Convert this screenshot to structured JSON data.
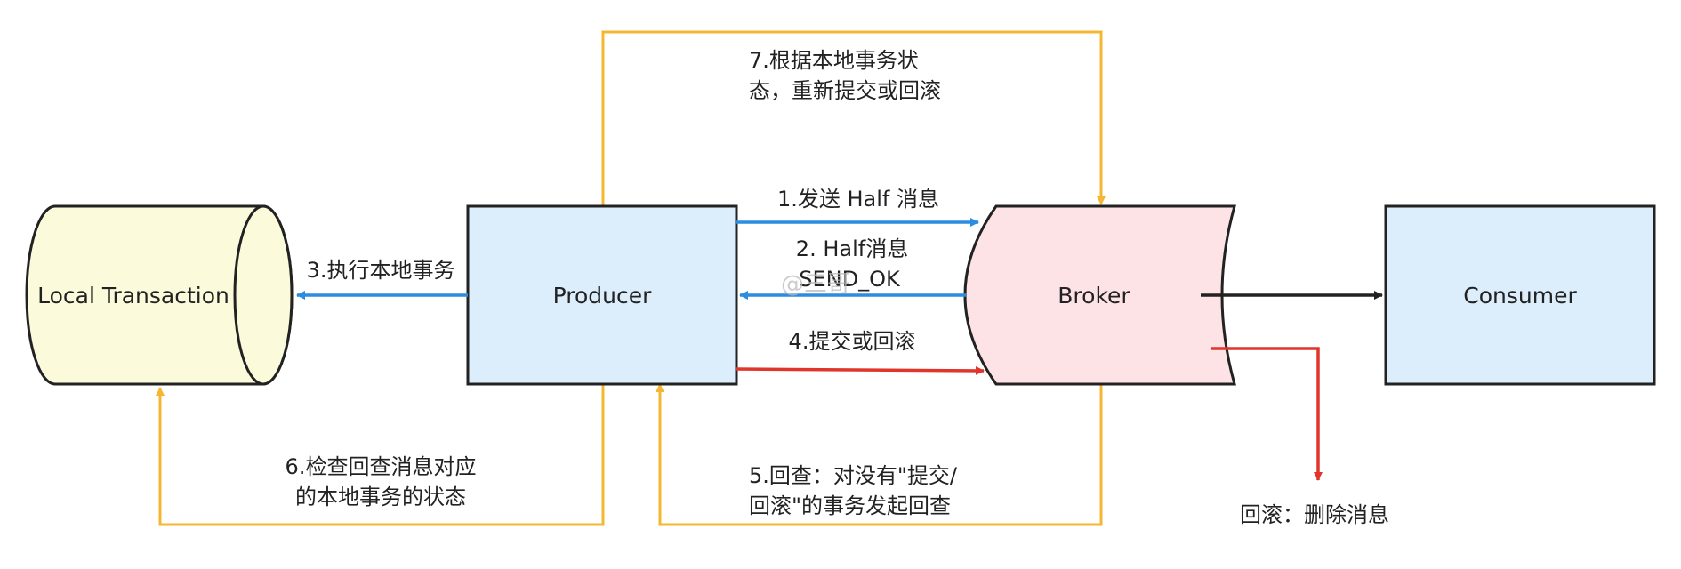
{
  "nodes": {
    "local_transaction": "Local Transaction",
    "producer": "Producer",
    "broker": "Broker",
    "consumer": "Consumer"
  },
  "edges": {
    "step1": "1.发送 Half 消息",
    "step2_line1": "2. Half消息",
    "step2_line2": "SEND_OK",
    "step3": "3.执行本地事务",
    "step4": "4.提交或回滚",
    "step5_line1": "5.回查：对没有\"提交/",
    "step5_line2": "回滚\"的事务发起回查",
    "step6_line1": "6.检查回查消息对应",
    "step6_line2": "的本地事务的状态",
    "step7_line1": "7.根据本地事务状",
    "step7_line2": "态，重新提交或回滚",
    "rollback_delete": "回滚：删除消息"
  },
  "watermark": "@三哥",
  "colors": {
    "blue": "#2b8ce0",
    "red": "#e0352b",
    "orange": "#f5b731",
    "black": "#222222",
    "cylinder_fill": "#fbfbdc",
    "producer_fill": "#dcedfb",
    "broker_fill": "#fde3e6",
    "consumer_fill": "#dcedfb"
  }
}
